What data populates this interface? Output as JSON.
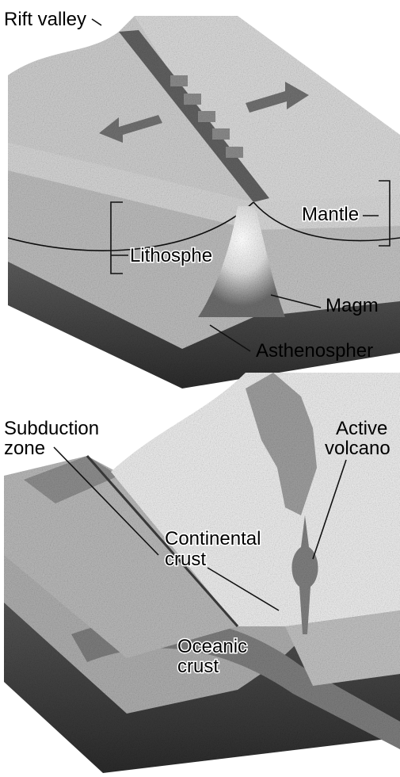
{
  "top_diagram": {
    "labels": {
      "rift_valley": "Rift valley",
      "mantle": "Mantle",
      "lithosphere": "Lithosphe",
      "magma": "Magm",
      "asthenosphere": "Asthenospher"
    }
  },
  "bottom_diagram": {
    "labels": {
      "subduction_line1": "Subduction",
      "subduction_line2": "zone",
      "active_line1": "Active",
      "active_line2": "volcano",
      "continental_line1": "Continental",
      "continental_line2": "crust",
      "oceanic_line1": "Oceanic",
      "oceanic_line2": "crust"
    }
  }
}
